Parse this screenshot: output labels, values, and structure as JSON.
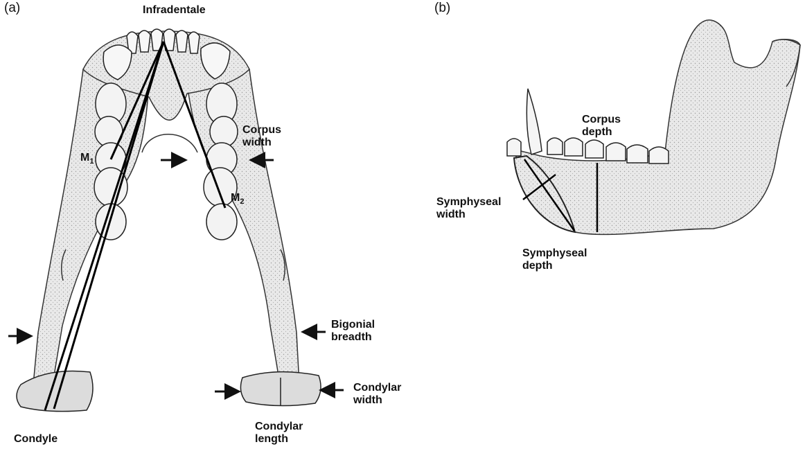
{
  "panels": {
    "a": "(a)",
    "b": "(b)"
  },
  "labels_a": {
    "infradentale": "Infradentale",
    "corpus_width_1": "Corpus",
    "corpus_width_2": "width",
    "m1_main": "M",
    "m1_sub": "1",
    "m2_main": "M",
    "m2_sub": "2",
    "bigonial_1": "Bigonial",
    "bigonial_2": "breadth",
    "condylar_width_1": "Condylar",
    "condylar_width_2": "width",
    "condylar_length_1": "Condylar",
    "condylar_length_2": "length",
    "condyle": "Condyle"
  },
  "labels_b": {
    "corpus_depth_1": "Corpus",
    "corpus_depth_2": "depth",
    "symph_width_1": "Symphyseal",
    "symph_width_2": "width",
    "symph_depth_1": "Symphyseal",
    "symph_depth_2": "depth"
  },
  "colors": {
    "bone": "#ececec",
    "bone_shade": "#cfcfcf",
    "line": "#111111"
  }
}
